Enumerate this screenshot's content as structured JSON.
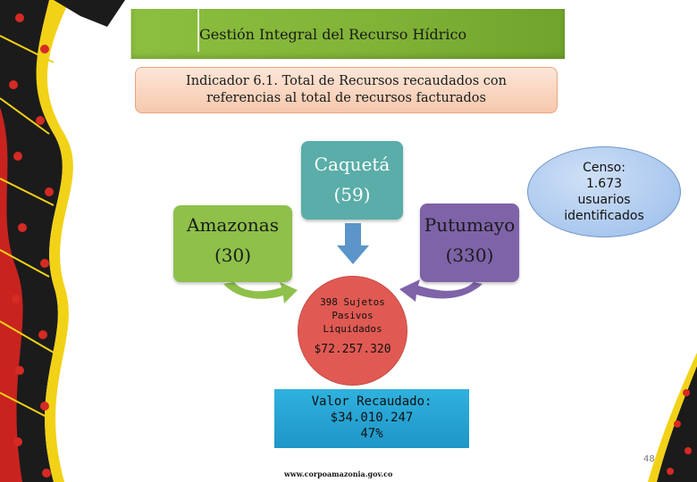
{
  "header": {
    "title": "Gestión Integral del Recurso Hídrico"
  },
  "indicator": {
    "line1": "Indicador 6.1. Total de Recursos recaudados con",
    "line2": "referencias al total de recursos facturados"
  },
  "regions": {
    "caqueta": {
      "name": "Caquetá",
      "count": "(59)"
    },
    "amazonas": {
      "name": "Amazonas",
      "count": "(30)"
    },
    "putumayo": {
      "name": "Putumayo",
      "count": "(330)"
    }
  },
  "censo": {
    "line1": "Censo:",
    "line2": "1.673",
    "line3": "usuarios",
    "line4": "identificados"
  },
  "sujetos": {
    "line1": "398 Sujetos",
    "line2": "Pasivos",
    "line3": "Liquidados",
    "amount": "$72.257.320"
  },
  "valor": {
    "line1": "Valor Recaudado:",
    "line2": "$34.010.247",
    "line3": "47%"
  },
  "footer": {
    "url": "www.corpoamazonia.gov.co"
  },
  "page": {
    "number": "48"
  },
  "colors": {
    "header": "#8cbf3f",
    "caqueta": "#5aada8",
    "amazonas": "#8ec04a",
    "putumayo": "#7e63a8",
    "sujetos": "#e05a53",
    "valor": "#2fb1de",
    "censo": "#a9c7ee"
  }
}
